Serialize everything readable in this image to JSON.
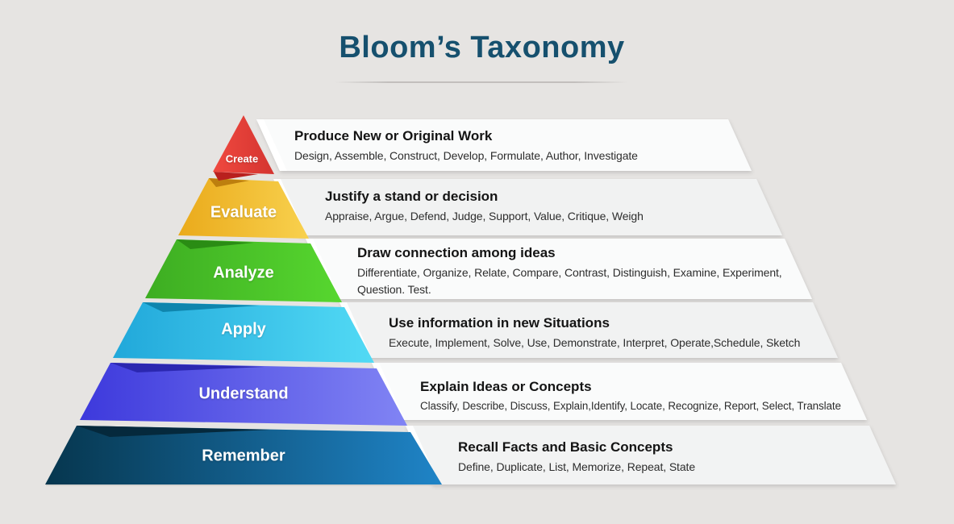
{
  "title": "Bloom’s Taxonomy",
  "colors": {
    "background": "#e6e4e2",
    "title": "#16506e",
    "band_light": "#fafbfb",
    "band_dark": "#f1f2f2"
  },
  "levels": [
    {
      "label": "Create",
      "heading": "Produce New or Original Work",
      "verbs": "Design, Assemble, Construct, Develop, Formulate, Author, Investigate",
      "color_left": "#f0493f",
      "color_right": "#d43430"
    },
    {
      "label": "Evaluate",
      "heading": "Justify a stand or decision",
      "verbs": "Appraise, Argue, Defend, Judge, Support, Value, Critique, Weigh",
      "color_left": "#eaaa1b",
      "color_right": "#f8d14e"
    },
    {
      "label": "Analyze",
      "heading": "Draw connection among ideas",
      "verbs": "Differentiate, Organize, Relate, Compare, Contrast, Distinguish, Examine, Experiment, Question. Test.",
      "color_left": "#3dad22",
      "color_right": "#57d72f"
    },
    {
      "label": "Apply",
      "heading": "Use information in new Situations",
      "verbs": "Execute, Implement, Solve, Use, Demonstrate, Interpret, Operate,Schedule, Sketch",
      "color_left": "#21a8da",
      "color_right": "#52daf5"
    },
    {
      "label": "Understand",
      "heading": "Explain Ideas or Concepts",
      "verbs": "Classify, Describe, Discuss, Explain,Identify, Locate, Recognize, Report, Select, Translate",
      "color_left": "#3d39dc",
      "color_right": "#8184f4"
    },
    {
      "label": "Remember",
      "heading": "Recall Facts and Basic Concepts",
      "verbs": "Define, Duplicate, List, Memorize, Repeat, State",
      "color_left": "#06364e",
      "color_right": "#1f84c7"
    }
  ]
}
